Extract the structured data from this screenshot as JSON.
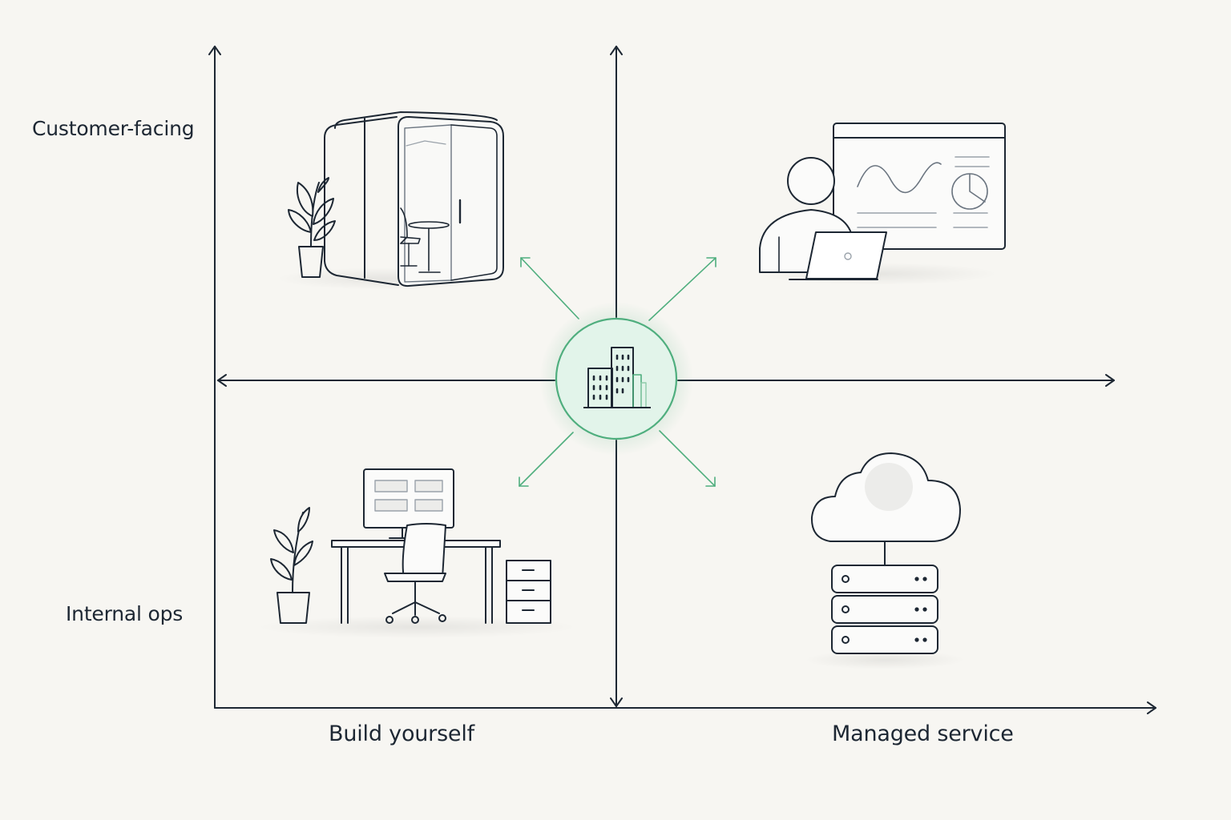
{
  "axes": {
    "y_top_label": "Customer-facing",
    "y_bottom_label": "Internal ops",
    "x_left_label": "Build yourself",
    "x_right_label": "Managed service"
  },
  "center": {
    "icon": "buildings-icon"
  },
  "quadrants": {
    "top_left": {
      "icon": "phone-booth-pod-icon"
    },
    "top_right": {
      "icon": "person-laptop-dashboard-icon"
    },
    "bottom_left": {
      "icon": "office-desk-workstation-icon"
    },
    "bottom_right": {
      "icon": "cloud-server-icon"
    }
  },
  "colors": {
    "accent": "#4fae7e",
    "accent_fill": "#dff3e7",
    "line": "#1d2733",
    "background": "#f7f6f2"
  }
}
